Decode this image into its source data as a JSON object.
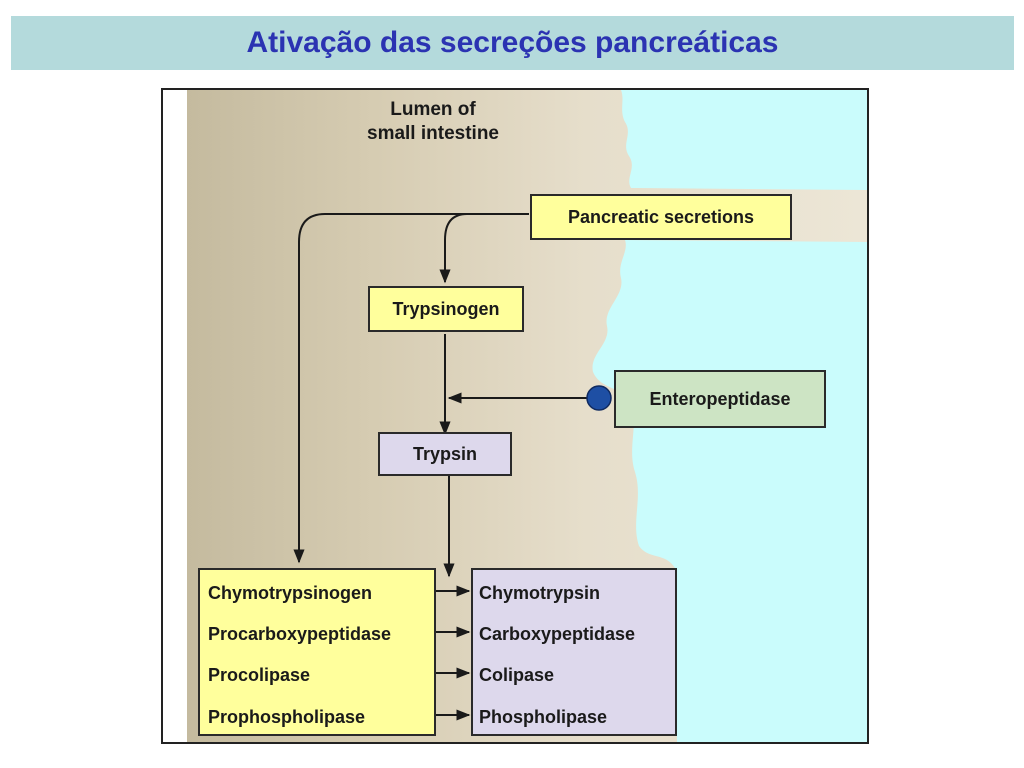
{
  "title": "Ativação das secreções pancreáticas",
  "diagram": {
    "lumen_label": [
      "Lumen of",
      "small intestine"
    ],
    "pancreatic_secretions": "Pancreatic secretions",
    "trypsinogen": "Trypsinogen",
    "enteropeptidase": "Enteropeptidase",
    "trypsin": "Trypsin",
    "zymogens": [
      "Chymotrypsinogen",
      "Procarboxypeptidase",
      "Procolipase",
      "Prophospholipase"
    ],
    "active_enzymes": [
      "Chymotrypsin",
      "Carboxypeptidase",
      "Colipase",
      "Phospholipase"
    ]
  },
  "colors": {
    "title_text": "#2b33b2",
    "title_band": "#b4dadc",
    "lumen": "#c9bfa4",
    "epithelium": "#cafcfc",
    "yellow_box": "#ffff9c",
    "lilac_box": "#ddd8ec",
    "green_box": "#cde4c4",
    "enzyme_dot": "#1e4fa4"
  }
}
